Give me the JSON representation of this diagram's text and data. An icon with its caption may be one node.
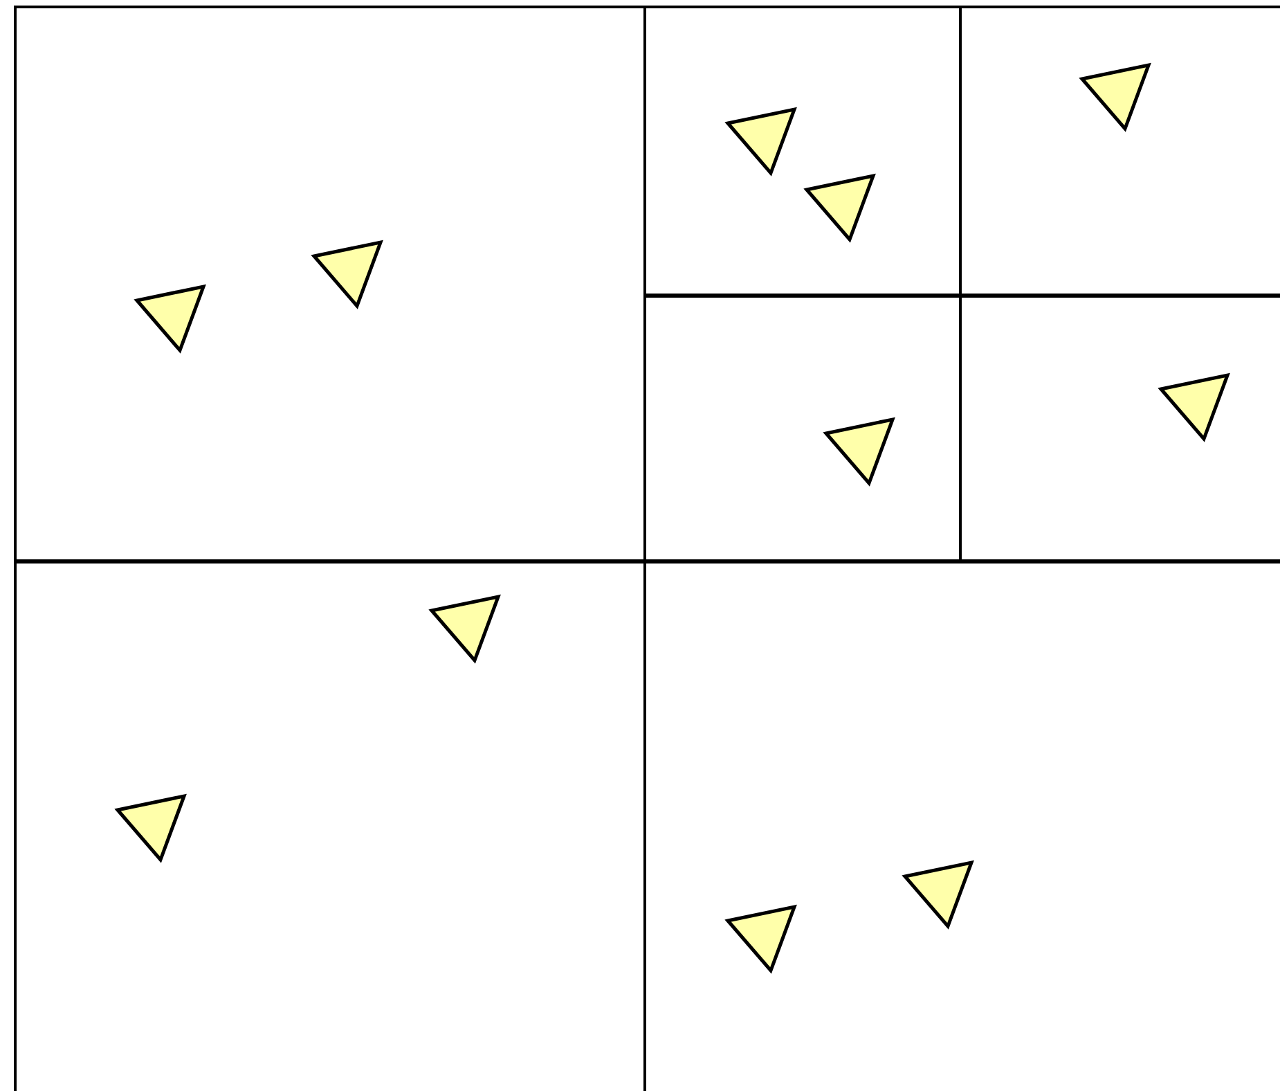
{
  "diagram": {
    "nodes": [
      {
        "text": [],
        "shape": "box"
      },
      {
        "text": [],
        "shape": "box",
        "in": 0
      },
      {
        "text": [],
        "shape": "triangle",
        "in": 1
      },
      {
        "text": [],
        "shape": "triangle",
        "in": 1
      },
      {
        "text": [],
        "shape": "box",
        "in": 0
      },
      {
        "text": [],
        "shape": "box",
        "in": 4
      },
      {
        "text": [],
        "shape": "triangle",
        "in": 5
      },
      {
        "text": [],
        "shape": "triangle",
        "in": 5
      },
      {
        "text": [],
        "shape": "box",
        "in": 4
      },
      {
        "text": [],
        "shape": "triangle",
        "in": 8
      },
      {
        "text": [],
        "shape": "box",
        "in": 4
      },
      {
        "text": [],
        "shape": "triangle",
        "in": 10
      },
      {
        "text": [],
        "shape": "box",
        "in": 4
      },
      {
        "text": [],
        "shape": "triangle",
        "in": 12
      },
      {
        "text": [],
        "shape": "box",
        "in": 0
      },
      {
        "text": [],
        "shape": "triangle",
        "in": 14
      },
      {
        "text": [],
        "shape": "triangle",
        "in": 14
      },
      {
        "text": [],
        "shape": "box",
        "in": 0
      },
      {
        "text": [],
        "shape": "triangle",
        "in": 17
      },
      {
        "text": [],
        "shape": "triangle",
        "in": 17
      }
    ]
  }
}
